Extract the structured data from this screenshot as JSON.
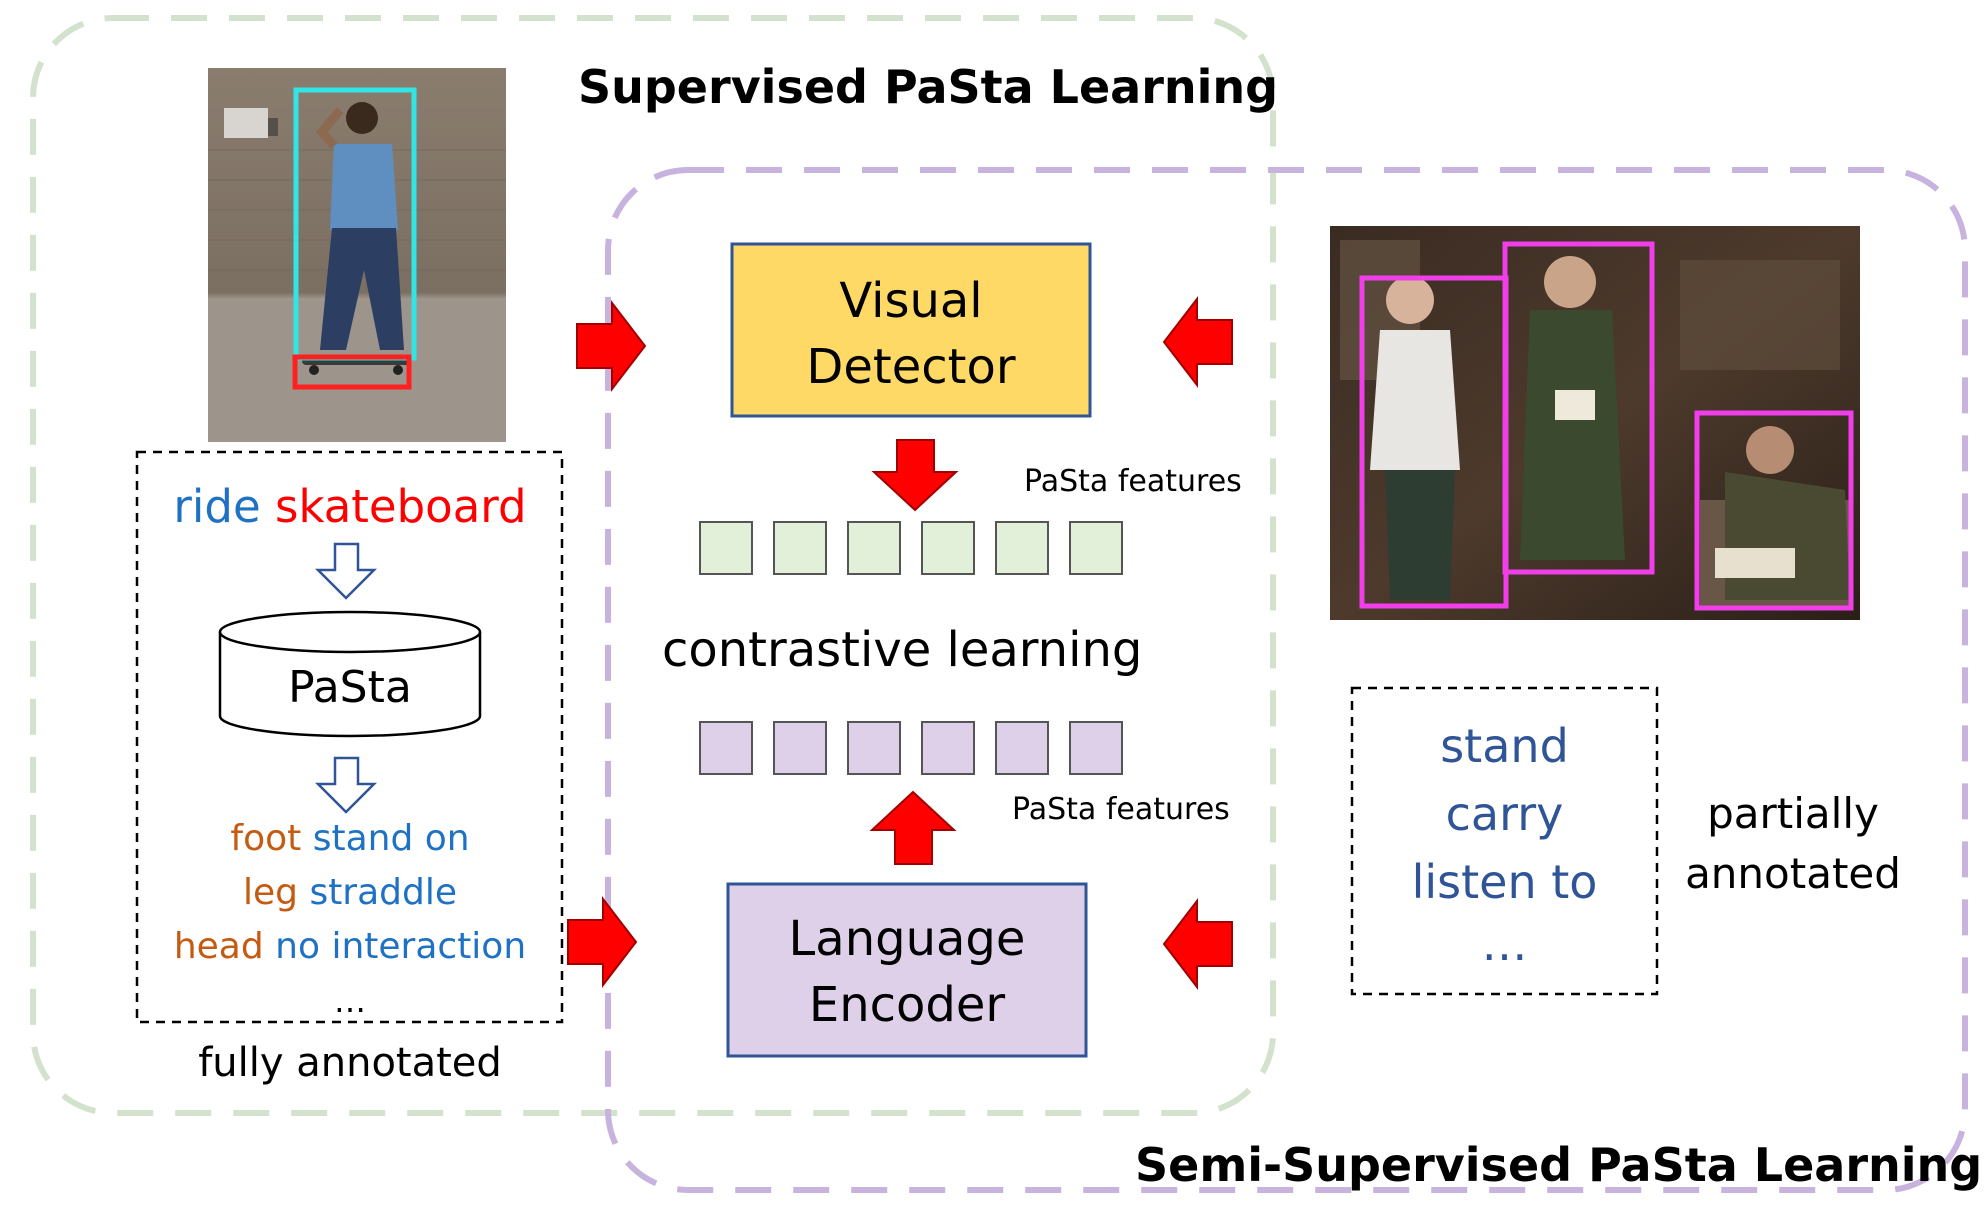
{
  "titles": {
    "supervised": "Supervised PaSta Learning",
    "semi_supervised": "Semi-Supervised PaSta Learning"
  },
  "left_panel": {
    "label_verb": "ride",
    "label_object": "skateboard",
    "database": "PaSta",
    "pasta_lines": [
      {
        "part": "foot",
        "state": "stand on"
      },
      {
        "part": "leg",
        "state": "straddle"
      },
      {
        "part": "head",
        "state": "no interaction"
      }
    ],
    "ellipsis": "…",
    "caption": "fully annotated"
  },
  "center": {
    "visual_detector_line1": "Visual",
    "visual_detector_line2": "Detector",
    "language_encoder_line1": "Language",
    "language_encoder_line2": "Encoder",
    "features_top": "PaSta features",
    "features_bottom": "PaSta features",
    "contrastive": "contrastive learning"
  },
  "right_panel": {
    "labels": [
      "stand",
      "carry",
      "listen to",
      "…"
    ],
    "caption_line1": "partially",
    "caption_line2": "annotated"
  },
  "colors": {
    "green_dash": "#d3e2cd",
    "purple_dash": "#c7b3dd",
    "detector_fill": "#ffd966",
    "detector_border": "#2f5597",
    "encoder_fill": "#ddd0e8",
    "green_square": "#e2f0d9",
    "purple_square": "#ddd0e8",
    "arrow_red": "#ff0000",
    "verb_blue": "#1f72c3",
    "object_red": "#ff0000",
    "part_orange": "#c55a11",
    "partial_blue": "#2f5597"
  },
  "icons": {
    "hollow_arrow": "down-hollow-arrow-icon",
    "red_arrow": "red-arrow-icon",
    "database": "cylinder-icon"
  }
}
